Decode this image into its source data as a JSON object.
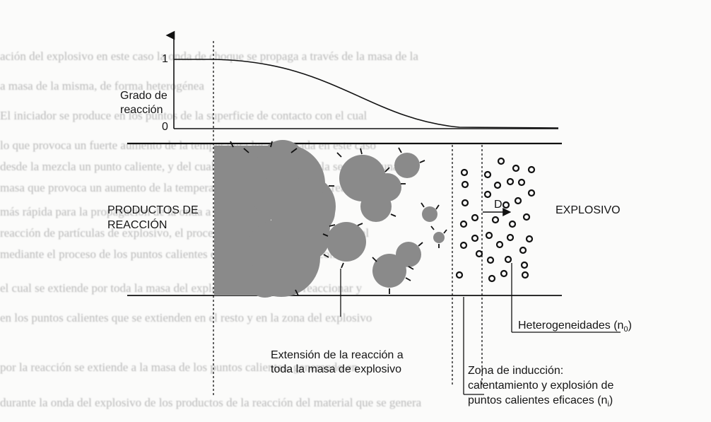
{
  "axis": {
    "y_title_line1": "Grado de",
    "y_title_line2": "reacción",
    "tick_top": "1",
    "tick_bottom": "0"
  },
  "labels": {
    "products_line1": "PRODUCTOS DE",
    "products_line2": "REACCIÓN",
    "explosive": "EXPLOSIVO",
    "detonation_velocity": "D",
    "extension_line1": "Extensión de la reacción a",
    "extension_line2": "toda la masa de explosivo",
    "heterogeneities": "Heterogeneidades (n",
    "heterogeneities_sub": "0",
    "induction_line1": "Zona de inducción:",
    "induction_line2": "calentamiento y explosión de",
    "induction_line3": "puntos calientes eficaces (n",
    "induction_sub": "i"
  },
  "background_text": [
    "ación del explosivo en este caso la onda de choque se propaga a través de la masa de la",
    "a masa de la misma, de forma heterogénea",
    "El iniciador se produce en los puntos de la superficie de contacto con el cual",
    "lo que provoca un fuerte aumento de la temperatura local llamada en este caso",
    "desde la mezcla un punto caliente, y del cual en el resto de la mezcla se genera una",
    "masa que provoca un aumento de la temperatura con la consiguiente reacción",
    "más rápida para la propagación de la onda a través de partículas",
    "reacción de partículas de explosivo, el proceso de la combustión del material",
    "mediante el proceso de los puntos calientes que rodean la zona de contacto",
    "el cual se extiende por toda la masa del explosivo que se ha de reaccionar y",
    "en los puntos calientes que se extienden en el resto y en la zona del explosivo",
    "por la reacción se extiende a la masa de los puntos calientes, generando en",
    "durante la onda del explosivo de los productos de la reacción del material que se genera"
  ]
}
